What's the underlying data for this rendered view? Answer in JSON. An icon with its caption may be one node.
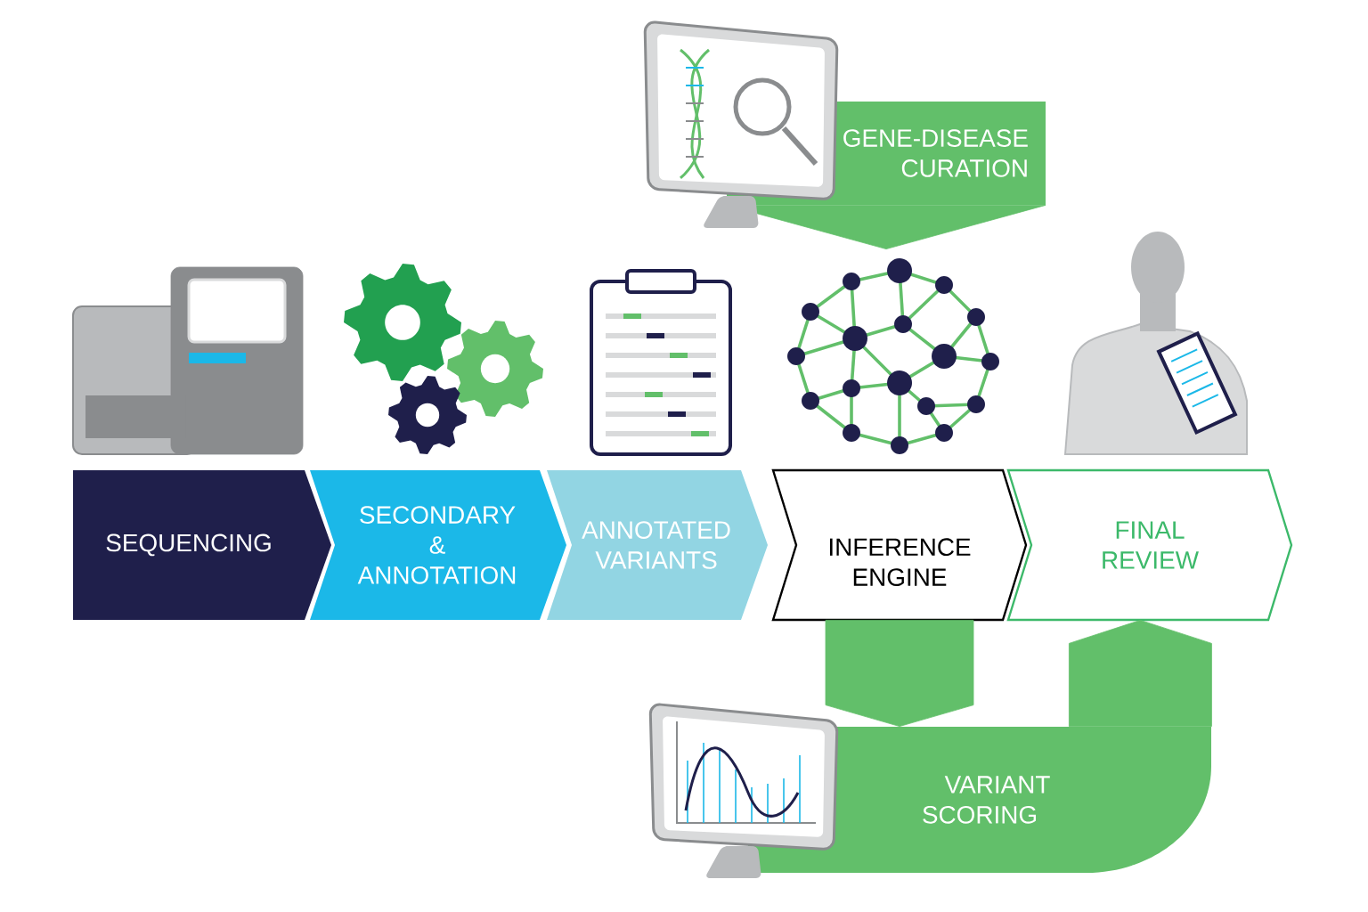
{
  "diagram": {
    "nodes": [
      {
        "text": [
          "GENE-DISEASE CURATION"
        ]
      },
      {
        "text": [
          "SEQUENCING"
        ]
      },
      {
        "text": [
          "SECONDARY & ANNOTATION"
        ]
      },
      {
        "text": [
          "ANNOTATED VARIANTS"
        ]
      },
      {
        "text": [
          "INFERENCE ENGINE"
        ]
      },
      {
        "text": [
          "FINAL REVIEW"
        ]
      },
      {
        "text": [
          "VARIANT SCORING"
        ]
      }
    ],
    "edges": [
      {
        "from": 0,
        "to": 4,
        "arrow": "to"
      },
      {
        "from": 4,
        "to": 6,
        "arrow": "to"
      },
      {
        "from": 6,
        "to": 5,
        "arrow": "to"
      }
    ]
  }
}
